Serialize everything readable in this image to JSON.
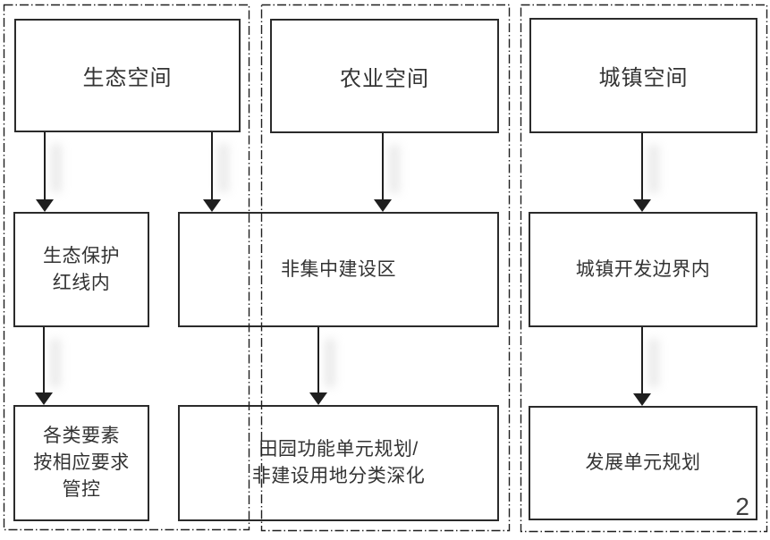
{
  "slide": {
    "page_number": "2",
    "colors": {
      "box_border": "#2b2b2b",
      "dashed_border": "#1f1f1f",
      "text": "#333333",
      "background": "#ffffff"
    },
    "columns": [
      {
        "name": "ecological",
        "space_label": "生态空间",
        "zone_label": "生态保护\n红线内",
        "plan_label": "各类要素\n按相应要求\n管控"
      },
      {
        "name": "agricultural",
        "space_label": "农业空间",
        "zone_label": "非集中建设区",
        "plan_label": "田园功能单元规划/\n非建设用地分类深化"
      },
      {
        "name": "urban",
        "space_label": "城镇空间",
        "zone_label": "城镇开发边界内",
        "plan_label": "发展单元规划"
      }
    ]
  }
}
